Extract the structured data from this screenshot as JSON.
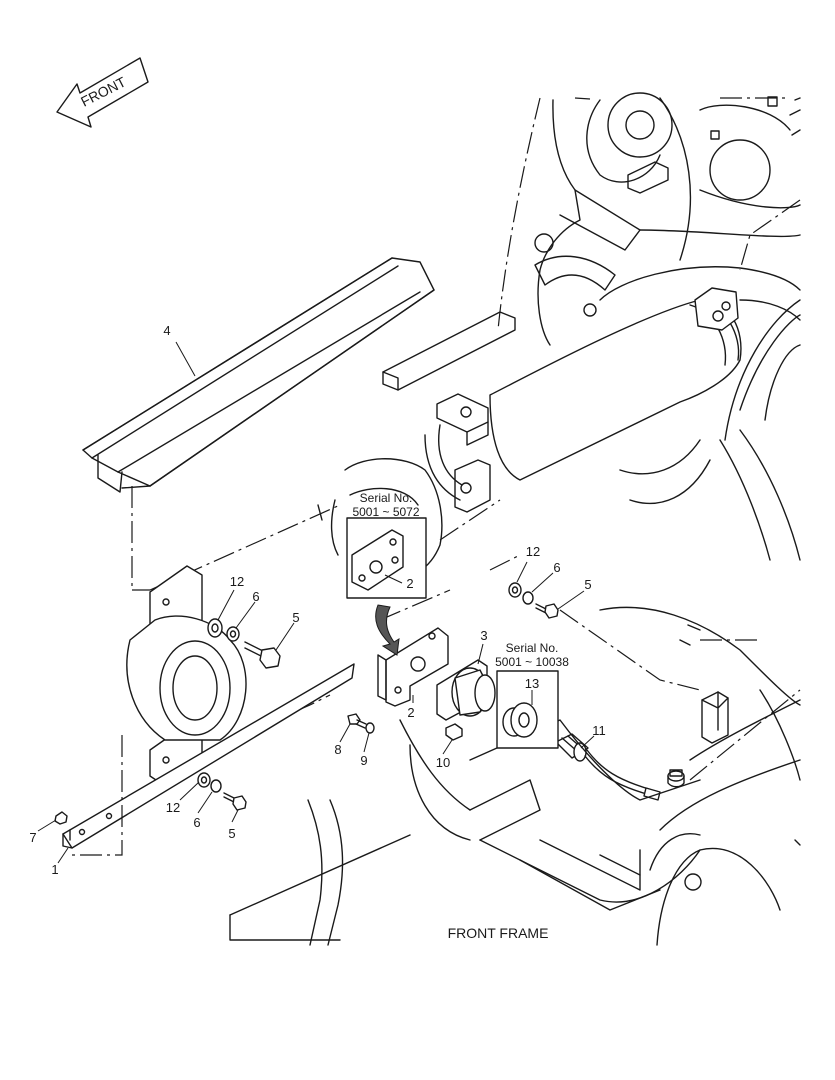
{
  "front_arrow": {
    "label": "FRONT"
  },
  "frame_label": "FRONT FRAME",
  "callouts": [
    {
      "id": "c4",
      "text": "4"
    },
    {
      "id": "c12a",
      "text": "12"
    },
    {
      "id": "c6a",
      "text": "6"
    },
    {
      "id": "c5a",
      "text": "5"
    },
    {
      "id": "c12b",
      "text": "12"
    },
    {
      "id": "c6b",
      "text": "6"
    },
    {
      "id": "c5b",
      "text": "5"
    },
    {
      "id": "c7",
      "text": "7"
    },
    {
      "id": "c1",
      "text": "1"
    },
    {
      "id": "c8",
      "text": "8"
    },
    {
      "id": "c9",
      "text": "9"
    },
    {
      "id": "c2",
      "text": "2"
    },
    {
      "id": "c3",
      "text": "3"
    },
    {
      "id": "c10",
      "text": "10"
    },
    {
      "id": "c12c",
      "text": "12"
    },
    {
      "id": "c6c",
      "text": "6"
    },
    {
      "id": "c5c",
      "text": "5"
    },
    {
      "id": "c13",
      "text": "13"
    },
    {
      "id": "c11",
      "text": "11"
    }
  ],
  "serial_boxes": [
    {
      "line1": "Serial No.",
      "line2": "5001 ~ 5072",
      "part": "2"
    },
    {
      "line1": "Serial No.",
      "line2": "5001 ~ 10038",
      "part": "13"
    }
  ]
}
